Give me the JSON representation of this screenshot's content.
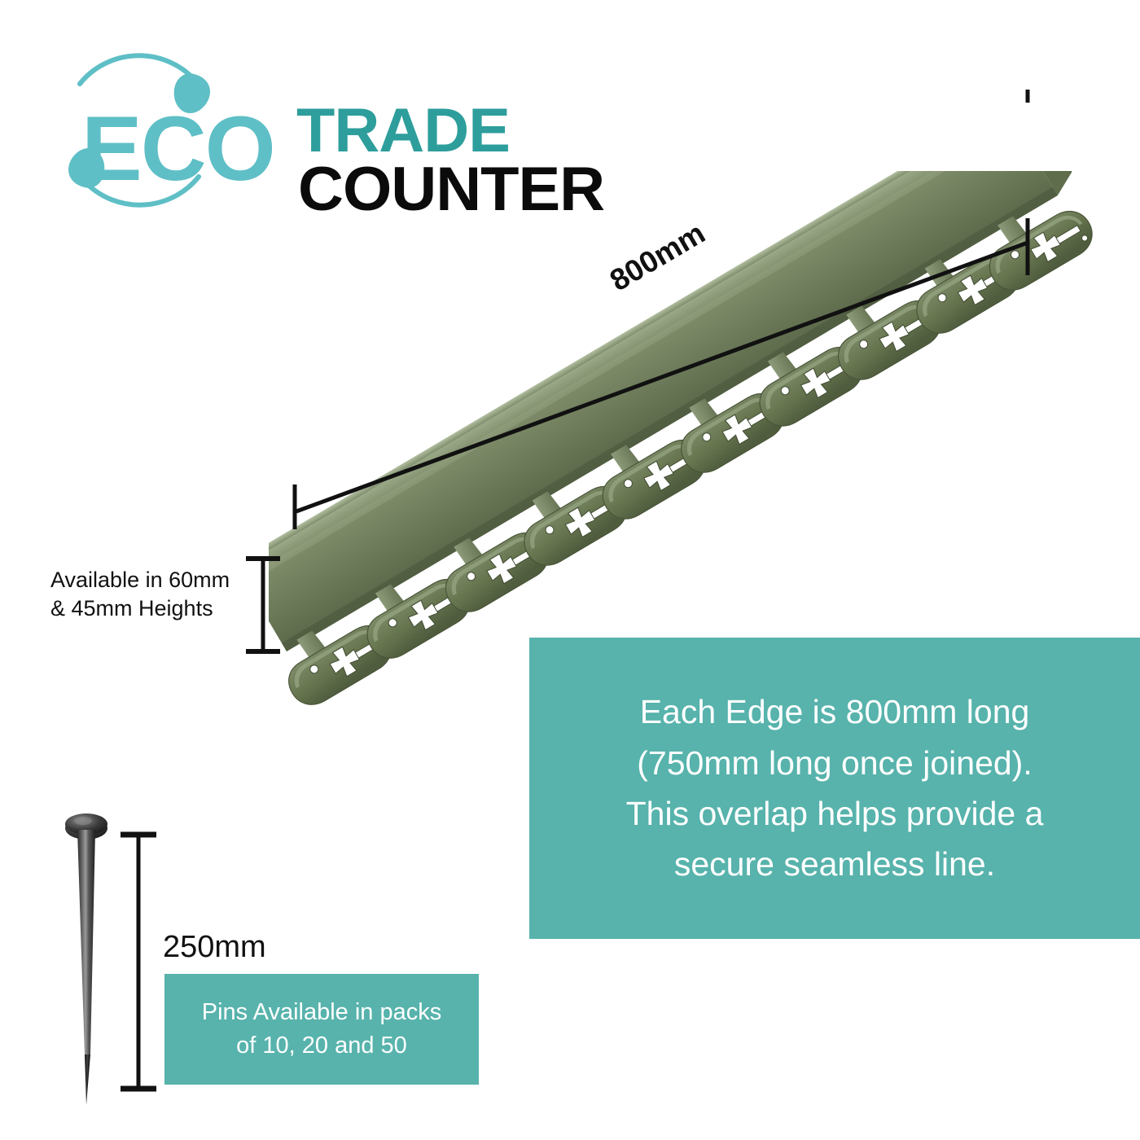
{
  "brand": {
    "eco": "ECO",
    "trade": "TRADE",
    "counter": "COUNTER",
    "eco_color": "#5FBFC6",
    "trade_color": "#2E9E9C",
    "counter_color": "#0b0b0b",
    "ring_icon": "eco-leaf-circle-icon"
  },
  "product": {
    "name": "green-lawn-edging-strip",
    "color": "#6a7a57",
    "color_dark": "#4e5a40",
    "color_light": "#8c9a79",
    "feet_count": 10,
    "foot_icon": "star-cross-hole-icon"
  },
  "dimensions": {
    "length_label": "800mm",
    "height_label_line1": "Available in 60mm",
    "height_label_line2": "& 45mm Heights",
    "pin_length_label": "250mm"
  },
  "callout": {
    "background": "#57B3AC",
    "lines": [
      "Each Edge is 800mm long",
      "(750mm long once joined).",
      "This overlap helps provide a",
      "secure seamless line."
    ]
  },
  "pin": {
    "name": "ground-fixing-pin",
    "color": "#2e2e2e",
    "box_background": "#57B3AC",
    "box_lines": [
      "Pins Available in packs",
      "of 10, 20 and 50"
    ]
  }
}
